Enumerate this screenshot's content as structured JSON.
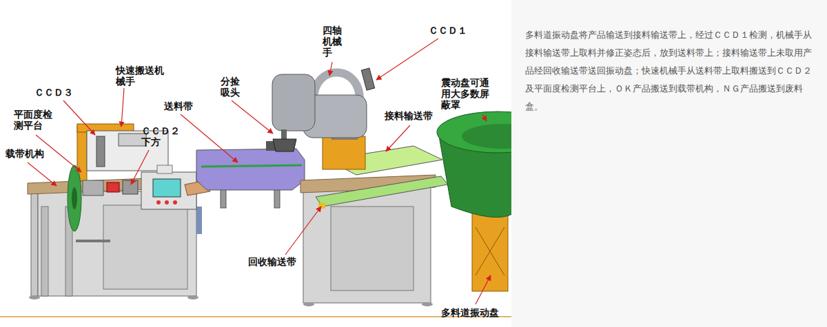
{
  "diagram": {
    "caption": "多料道振动盘将产品输送到接料输送带上，经过ＣＣＤ１检测，机械手从接料输送带上取料并修正姿态后，放到送料带上；接料输送带上未取用产品经回收输送带送回振动盘；快速机械手从送料带上取料搬送到ＣＣＤ２及平面度检测平台上，ＯＫ产品搬送到载带机构，ＮＧ产品搬送到废料盒。",
    "labels": [
      "四轴机械手",
      "ＣＣＤ１",
      "分捡吸头",
      "送料带",
      "快速搬送机械手",
      "ＣＣＤ３",
      "平面度检测平台",
      "载带机构",
      "ＣＣＤ２下方",
      "接料输送带",
      "震动盘可通用大多数屏蔽罩",
      "回收输送带",
      "多料道振动盘"
    ]
  }
}
